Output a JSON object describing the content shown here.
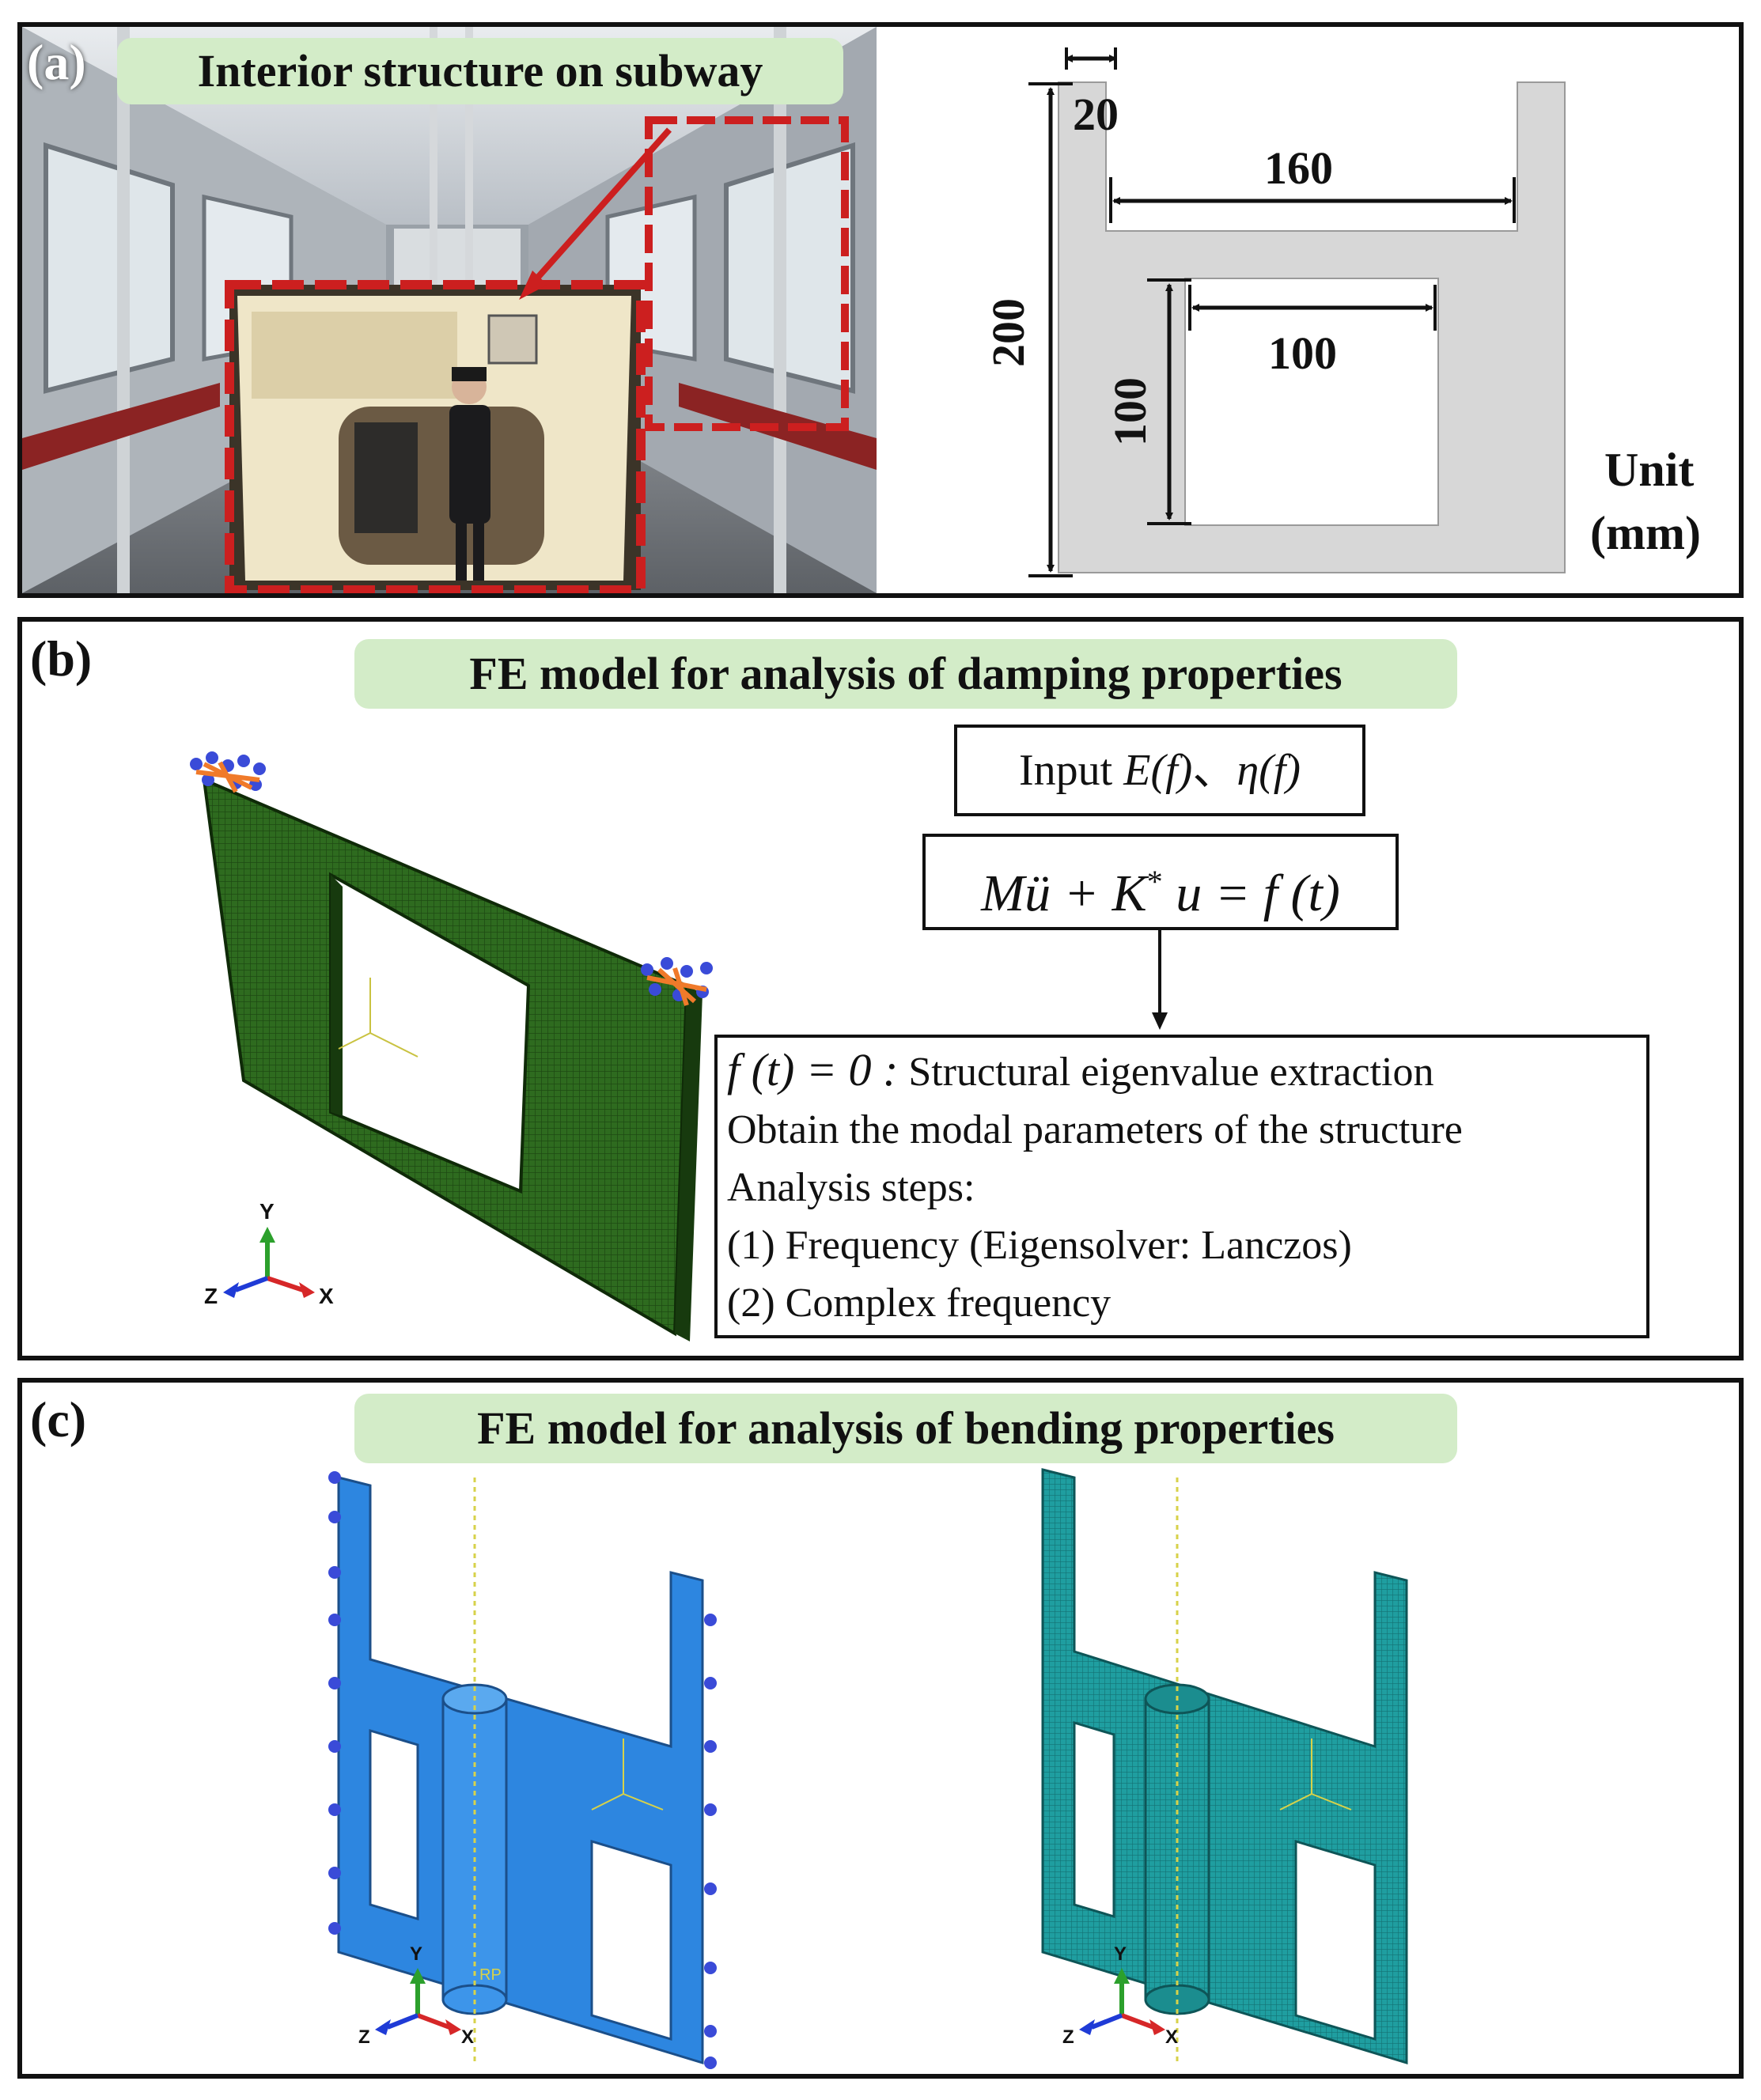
{
  "panel_a": {
    "label": "(a)",
    "banner": "Interior structure on subway",
    "dims": {
      "d20": "20",
      "d160": "160",
      "d200": "200",
      "d100w": "100",
      "d100h": "100"
    },
    "unit_line1": "Unit",
    "unit_line2": "(mm)"
  },
  "panel_b": {
    "label": "(b)",
    "banner": "FE model for analysis of damping properties",
    "input_prefix": "Input",
    "input_e": "E",
    "input_f1": "(f)",
    "input_sep": "、",
    "input_eta": "η",
    "input_f2": "(f)",
    "eq_lhs": "Mü + K",
    "eq_sup": "*",
    "eq_rest": "u = f (t)",
    "ft0": "f (t) = 0 :",
    "step_title": "Structural eigenvalue extraction",
    "step_line2": "Obtain the modal parameters of the structure",
    "step_line3": "Analysis steps:",
    "step_line4": "(1) Frequency (Eigensolver: Lanczos)",
    "step_line5": "(2) Complex frequency",
    "axis_y": "Y",
    "axis_z": "Z",
    "axis_x": "X"
  },
  "panel_c": {
    "label": "(c)",
    "banner": "FE model for analysis of bending properties",
    "rp_label": "RP",
    "axis_y": "Y",
    "axis_z": "Z",
    "axis_x": "X"
  },
  "colors": {
    "banner_bg": "#d3ecc8",
    "section_gray": "#d7d7d7",
    "mesh_green": "#2e6b1f",
    "model_blue": "#2d86e0",
    "mesh_teal": "#1f9ea0",
    "frame_red": "#cc1f1f"
  }
}
